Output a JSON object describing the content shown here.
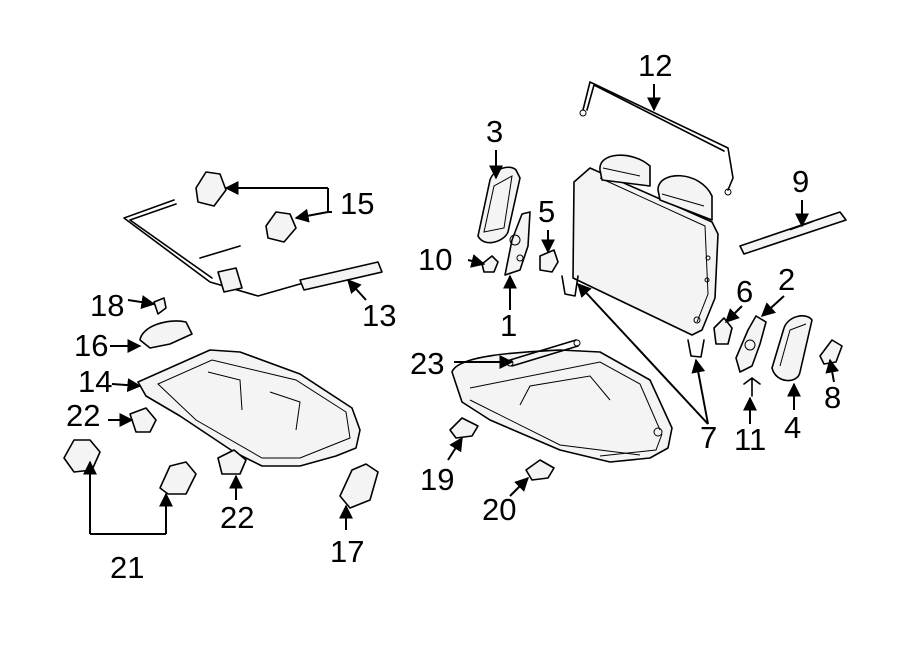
{
  "callouts": {
    "c1": "1",
    "c2": "2",
    "c3": "3",
    "c4": "4",
    "c5": "5",
    "c6": "6",
    "c7": "7",
    "c8": "8",
    "c9": "9",
    "c10": "10",
    "c11": "11",
    "c12": "12",
    "c13": "13",
    "c14": "14",
    "c15": "15",
    "c16": "16",
    "c17": "17",
    "c18": "18",
    "c19": "19",
    "c20": "20",
    "c21": "21",
    "c22a": "22",
    "c22b": "22",
    "c23": "23"
  },
  "colors": {
    "line": "#000000",
    "background": "#ffffff",
    "part_fill": "#f4f4f4"
  }
}
